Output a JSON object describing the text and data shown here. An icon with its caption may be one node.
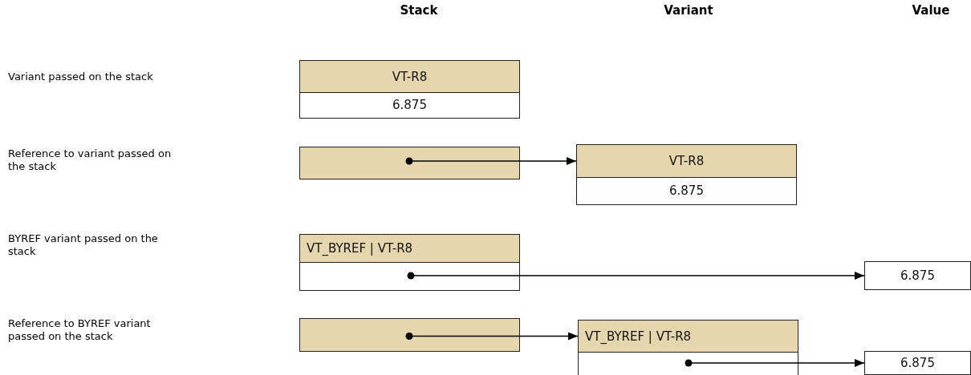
{
  "diagram": {
    "nodes": [
      {
        "text": [
          "VT-R8"
        ]
      },
      {
        "text": [
          "6.875"
        ]
      },
      {
        "text": [],
        "shape": "box"
      },
      {
        "text": [
          "VT-R8"
        ]
      },
      {
        "text": [
          "6.875"
        ]
      },
      {
        "text": [
          "VT_BYREF | VT-R8"
        ]
      },
      {
        "text": [],
        "shape": "box"
      },
      {
        "text": [
          "6.875"
        ]
      },
      {
        "text": [],
        "shape": "box"
      },
      {
        "text": [
          "VT_BYREF | VT-R8"
        ]
      },
      {
        "text": [],
        "shape": "box"
      },
      {
        "text": [
          "6.875"
        ]
      }
    ],
    "edges": [
      {
        "from": 2,
        "to": 3,
        "arrow": "to"
      },
      {
        "from": 6,
        "to": 7,
        "arrow": "to"
      },
      {
        "from": 8,
        "to": 9,
        "arrow": "to"
      },
      {
        "from": 10,
        "to": 11,
        "arrow": "to"
      }
    ],
    "labels": [
      "Stack",
      "Variant",
      "Value",
      "Variant passed on the stack",
      "Reference to variant passed on the stack",
      "BYREF variant passed on the stack",
      "Reference to BYREF variant passed on the stack"
    ]
  }
}
